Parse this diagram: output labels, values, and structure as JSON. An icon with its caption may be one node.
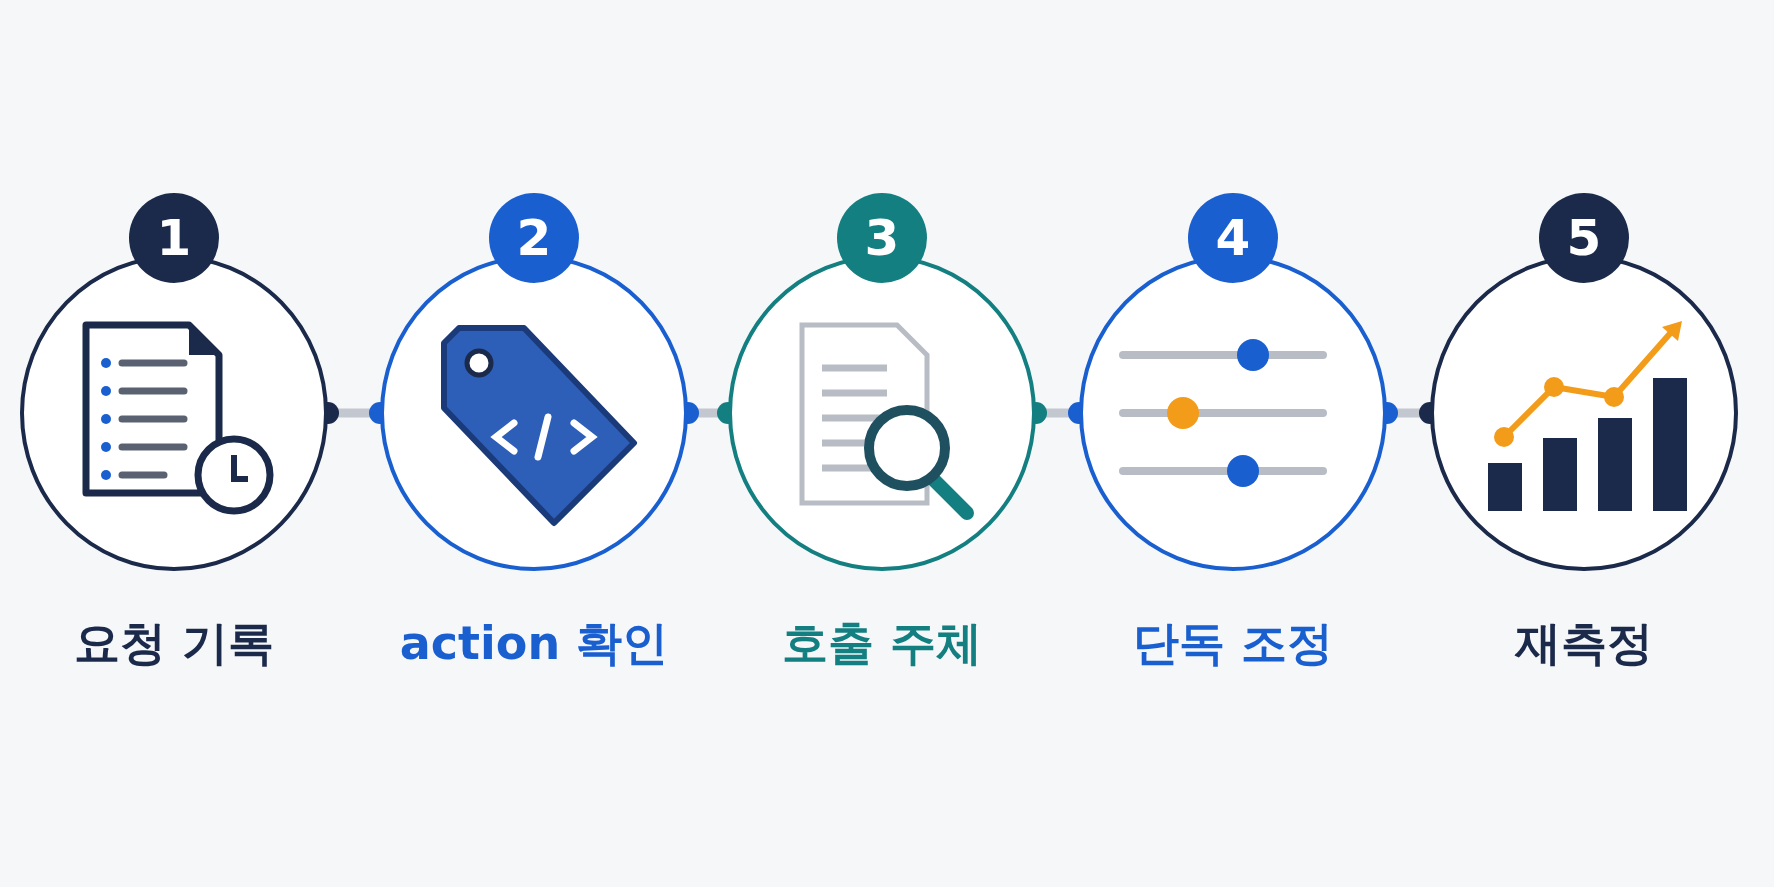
{
  "diagram": {
    "nodes": [
      {
        "text": [
          "1",
          "요청 기록"
        ]
      },
      {
        "text": [
          "2",
          "action 확인"
        ]
      },
      {
        "text": [
          "3",
          "호출 주체"
        ]
      },
      {
        "text": [
          "4",
          "단독 조정"
        ]
      },
      {
        "text": [
          "5",
          "재측정"
        ]
      }
    ],
    "edges": [
      {
        "from": 0,
        "to": 1,
        "arrow": "other"
      },
      {
        "from": 1,
        "to": 2,
        "arrow": "other"
      },
      {
        "from": 2,
        "to": 3,
        "arrow": "other"
      },
      {
        "from": 3,
        "to": 4,
        "arrow": "other"
      }
    ]
  }
}
